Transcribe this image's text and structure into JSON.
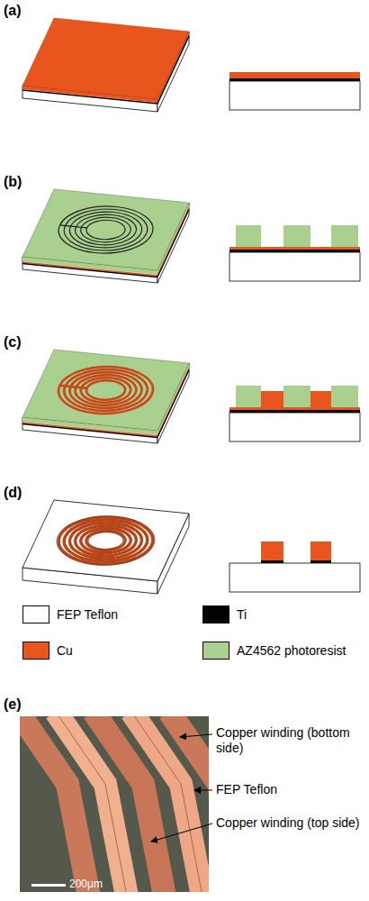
{
  "diagram": {
    "labels": [
      "(a)",
      "(b)",
      "(c)",
      "(d)",
      "(e)",
      "Copper winding (bottom side)",
      "FEP Teflon",
      "Copper winding (top side)",
      "200μm"
    ],
    "legend": [
      {
        "text": "FEP Teflon",
        "color": "#ffffff"
      },
      {
        "text": "Ti",
        "color": "#000000"
      },
      {
        "text": "Cu",
        "color": "#e8561e"
      },
      {
        "text": "AZ4562 photoresist",
        "color": "#a9d08e"
      }
    ]
  }
}
